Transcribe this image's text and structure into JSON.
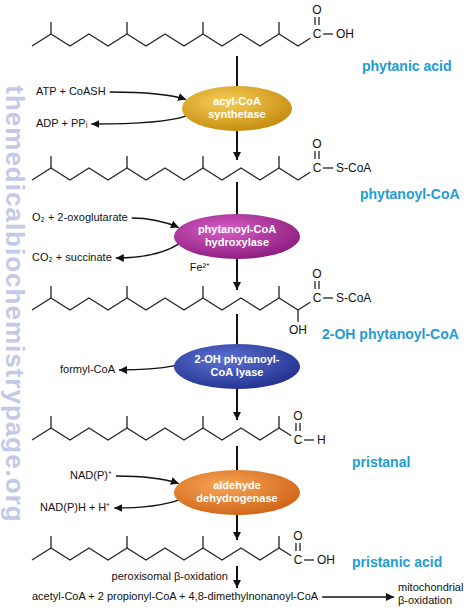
{
  "diagram": {
    "nodes": [
      {
        "text": [
          "acyl-CoA synthetase"
        ]
      },
      {
        "text": [
          "phytanoyl-CoA hydroxylase"
        ]
      },
      {
        "text": [
          "2-OH phytanoyl-CoA lyase"
        ]
      },
      {
        "text": [
          "aldehyde dehydrogenase"
        ]
      }
    ],
    "labels": [
      "themedicalbiochemistrypage.org",
      "phytanic acid",
      "phytanoyl-CoA",
      "2-OH phytanoyl-CoA",
      "pristanal",
      "pristanic acid",
      "ATP + CoASH",
      "ADP + PPᵢ",
      "O₂ + 2-oxoglutarate",
      "Fe²⁺",
      "CO₂ + succinate",
      "formyl-CoA",
      "NAD(P)⁺",
      "NAD(P)H + H⁺",
      "peroxisomal β-oxidation",
      "acetyl-CoA + 2 propionyl-CoA + 4,8-dimethylnonanoyl-CoA",
      "mitochondrial β-oxidation",
      "O",
      "C",
      "OH",
      "O",
      "C",
      "S-CoA",
      "O",
      "C",
      "S-CoA",
      "OH",
      "O",
      "C",
      "H",
      "O",
      "C",
      "OH"
    ]
  }
}
